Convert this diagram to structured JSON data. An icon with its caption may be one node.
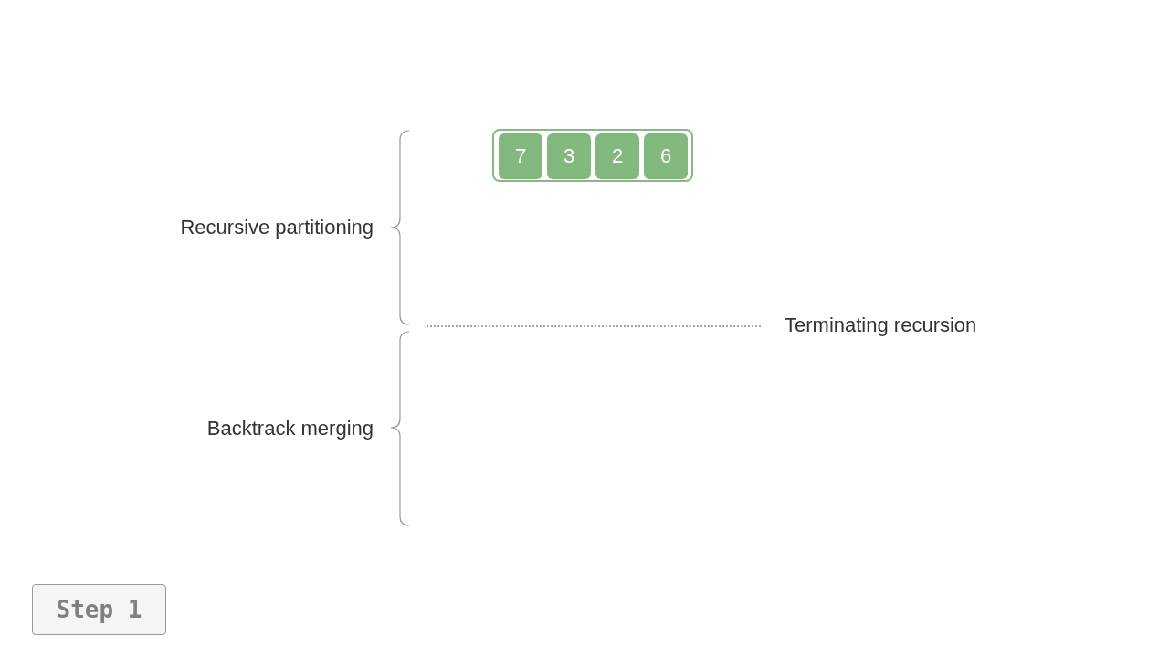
{
  "diagram": {
    "nodes": [
      {
        "text": [],
        "shape": "box"
      },
      {
        "text": [
          "7"
        ],
        "in": 0
      },
      {
        "text": [
          "3"
        ],
        "in": 0
      },
      {
        "text": [
          "2"
        ],
        "in": 0
      },
      {
        "text": [
          "6"
        ],
        "in": 0
      },
      {
        "text": [
          "Step 1"
        ]
      }
    ],
    "labels": [
      "Recursive partitioning",
      "Terminating recursion",
      "Backtrack merging"
    ]
  }
}
